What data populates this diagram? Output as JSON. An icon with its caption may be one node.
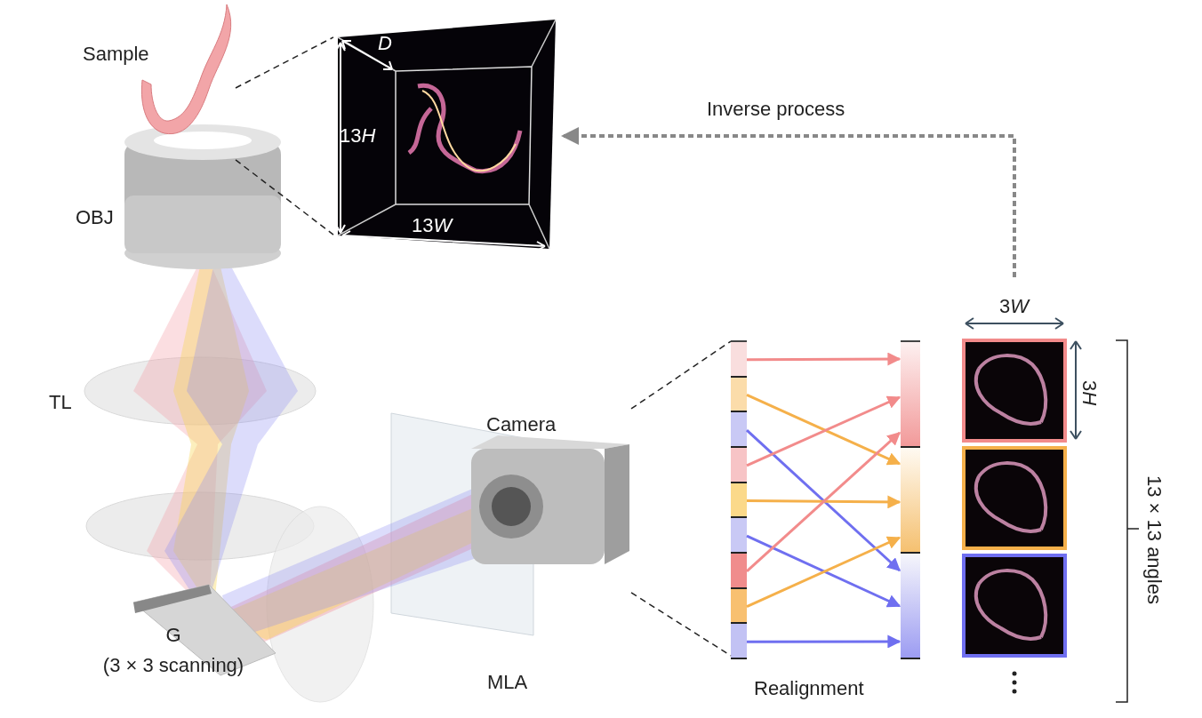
{
  "diagram": {
    "nodes": [
      {
        "text": [
          "Sample"
        ]
      },
      {
        "text": [],
        "shape": "picture"
      },
      {
        "text": [
          "Camera"
        ]
      },
      {
        "text": [],
        "shape": "bar"
      },
      {
        "text": [],
        "shape": "box",
        "in": 3
      },
      {
        "text": [],
        "shape": "box",
        "in": 3
      },
      {
        "text": [],
        "shape": "box",
        "in": 3
      },
      {
        "text": [],
        "shape": "box",
        "in": 3
      },
      {
        "text": [],
        "shape": "box",
        "in": 3
      },
      {
        "text": [],
        "shape": "box",
        "in": 3
      },
      {
        "text": [],
        "shape": "box",
        "in": 3
      },
      {
        "text": [],
        "shape": "box",
        "in": 3
      },
      {
        "text": [],
        "shape": "box",
        "in": 3
      },
      {
        "text": [],
        "shape": "bar"
      },
      {
        "text": [],
        "shape": "box",
        "in": 13
      },
      {
        "text": [],
        "shape": "box",
        "in": 13
      },
      {
        "text": [],
        "shape": "box",
        "in": 13
      },
      {
        "text": [],
        "shape": "picture"
      },
      {
        "text": [],
        "shape": "picture"
      },
      {
        "text": [],
        "shape": "picture"
      }
    ],
    "edges": [
      {
        "from": 0,
        "to": 1,
        "arrow": "none",
        "style": "dashed",
        "color": "#222222"
      },
      {
        "from": 0,
        "to": 1,
        "arrow": "none",
        "style": "dashed",
        "color": "#222222"
      },
      {
        "from": 2,
        "to": 3,
        "arrow": "none",
        "style": "dashed",
        "color": "#222222"
      },
      {
        "from": 2,
        "to": 3,
        "arrow": "none",
        "style": "dashed",
        "color": "#222222"
      },
      {
        "from": 4,
        "to": 14,
        "arrow": "to",
        "color": "#f28b8b"
      },
      {
        "from": 5,
        "to": 15,
        "arrow": "to",
        "color": "#f5b04a"
      },
      {
        "from": 6,
        "to": 16,
        "arrow": "to",
        "color": "#6f6ff0"
      },
      {
        "from": 7,
        "to": 14,
        "arrow": "to",
        "color": "#f28b8b"
      },
      {
        "from": 8,
        "to": 15,
        "arrow": "to",
        "color": "#f5b04a"
      },
      {
        "from": 9,
        "to": 16,
        "arrow": "to",
        "color": "#6f6ff0"
      },
      {
        "from": 10,
        "to": 14,
        "arrow": "to",
        "color": "#f28b8b"
      },
      {
        "from": 11,
        "to": 15,
        "arrow": "to",
        "color": "#f5b04a"
      },
      {
        "from": 12,
        "to": 16,
        "arrow": "to",
        "color": "#6f6ff0"
      },
      {
        "from": null,
        "to": 1,
        "arrow": "to",
        "style": "dashed",
        "color": "#888888",
        "label": "Inverse process"
      }
    ],
    "labels": [
      "OBJ",
      "TL",
      "G (3 × 3 scanning)",
      "MLA",
      "D",
      "13H",
      "13W",
      "3W",
      "3H",
      "13 × 13 angles",
      "Realignment"
    ]
  }
}
